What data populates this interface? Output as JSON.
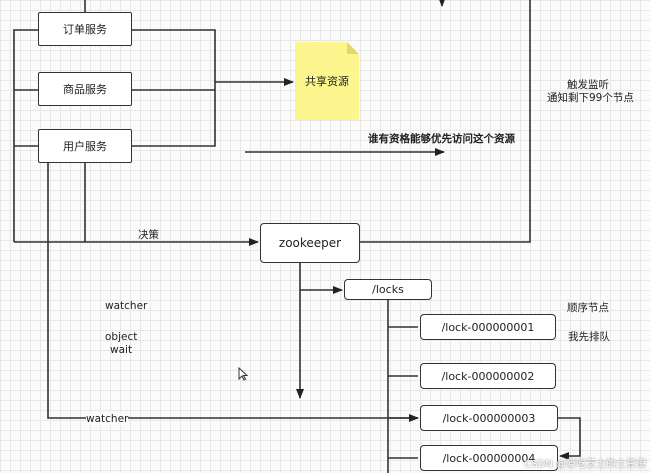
{
  "boxes": {
    "order": "订单服务",
    "product": "商品服务",
    "user": "用户服务",
    "zookeeper": "zookeeper",
    "locks": "/locks",
    "lock1": "/lock-000000001",
    "lock2": "/lock-000000002",
    "lock3": "/lock-000000003",
    "lock4": "/lock-000000004"
  },
  "shared_resource": "共享资源",
  "labels": {
    "trigger_listen": "触发监听",
    "notify_rest": "通知剩下99个节点",
    "who_first": "谁有资格能够优先访问这个资源",
    "decision": "决策",
    "watcher1": "watcher",
    "object_wait_1": "object",
    "object_wait_2": "wait",
    "watcher2": "watcher",
    "sequential_node": "顺序节点",
    "i_queue_first": "我先排队"
  },
  "watermark": "CSDN @爱吃芝士的土豆倪"
}
